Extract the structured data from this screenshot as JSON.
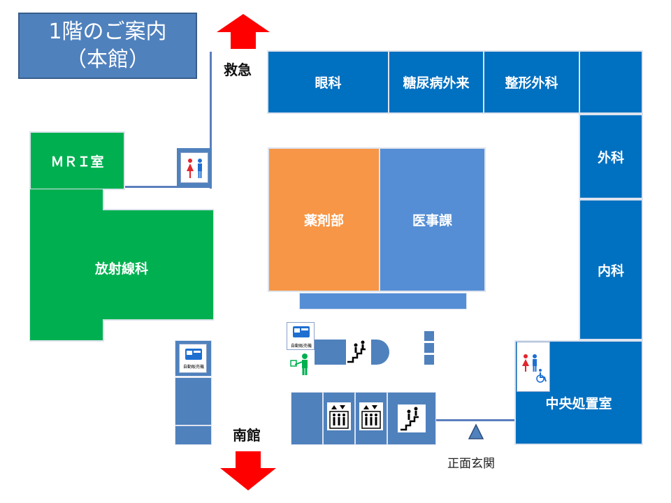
{
  "title": {
    "line1": "1階のご案内",
    "line2": "（本館）"
  },
  "labels": {
    "emergency": "救急",
    "south_wing": "南館",
    "main_entrance": "正面玄関"
  },
  "rooms": {
    "ophthalmology": "眼科",
    "diabetes": "糖尿病外来",
    "orthopedics": "整形外科",
    "surgery": "外科",
    "internal": "内科",
    "pharmacy": "薬剤部",
    "medical_affairs": "医事課",
    "mri": "ＭＲＩ室",
    "radiology": "放射線科",
    "central_treatment": "中央処置室"
  },
  "vending": {
    "label": "自動販売機"
  },
  "colors": {
    "blue_dark": "#0070c0",
    "blue_light": "#558ed5",
    "orange": "#f79646",
    "green": "#00b050",
    "title_bg": "#4f81bd",
    "arrow": "#ff0000",
    "toilet_female": "#e0272d",
    "toilet_male": "#1f6fd1"
  },
  "icons": [
    "toilet-icon",
    "vending-machine-icon",
    "escalator-icon",
    "elevator-icon",
    "wheelchair-icon",
    "person-icon",
    "entrance-marker-icon",
    "arrow-up-icon",
    "arrow-down-icon"
  ]
}
